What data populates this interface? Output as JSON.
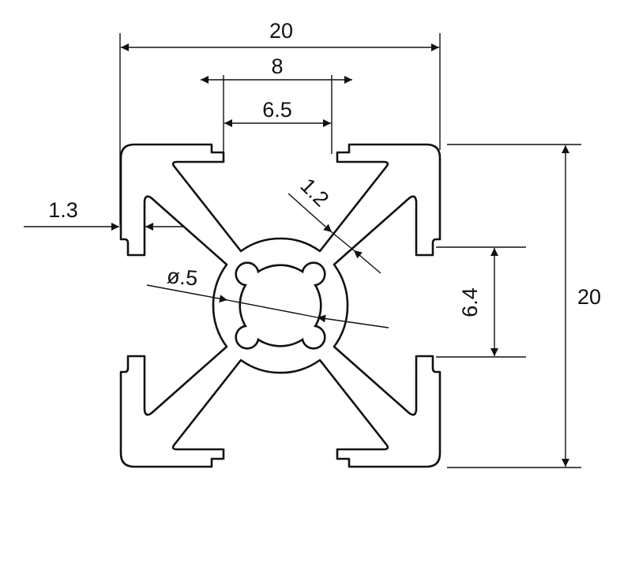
{
  "title": "20x20 aluminium extrusion profile cross-section",
  "dimensions": {
    "overall_width": "20",
    "overall_height": "20",
    "slot_opening_outer": "8",
    "slot_opening_inner": "6.5",
    "slot_side_opening": "6.4",
    "lip_thickness": "1.3",
    "arm_thickness": "1.2",
    "center_bore": "ø.5"
  },
  "colors": {
    "line": "#111111",
    "background": "#ffffff"
  }
}
